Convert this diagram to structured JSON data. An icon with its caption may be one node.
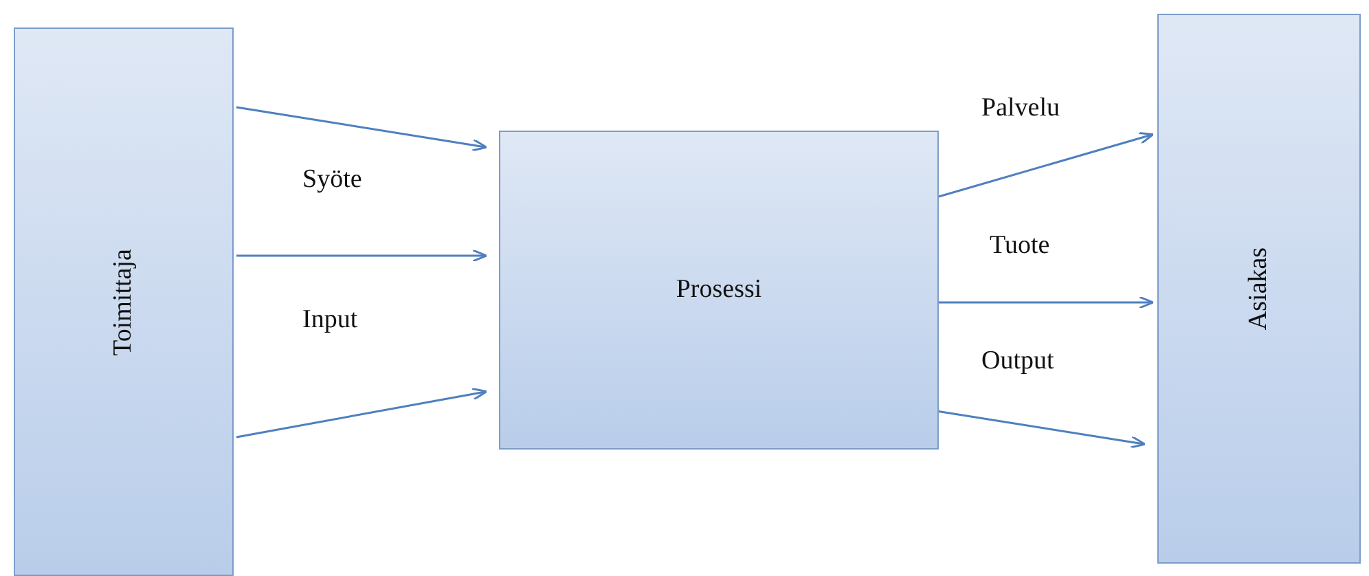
{
  "diagram": {
    "nodes": [
      {
        "text": [
          "Toimittaja"
        ]
      },
      {
        "text": [
          "Prosessi"
        ]
      },
      {
        "text": [
          "Asiakas"
        ]
      }
    ],
    "edges": [
      {
        "from": 0,
        "to": 1,
        "arrow": "to"
      },
      {
        "from": 0,
        "to": 1,
        "arrow": "to"
      },
      {
        "from": 0,
        "to": 1,
        "arrow": "to"
      },
      {
        "from": 1,
        "to": 2,
        "arrow": "to"
      },
      {
        "from": 1,
        "to": 2,
        "arrow": "to"
      },
      {
        "from": 1,
        "to": 2,
        "arrow": "to"
      }
    ],
    "labels": [
      "Syöte",
      "Input",
      "Palvelu",
      "Tuote",
      "Output"
    ]
  }
}
